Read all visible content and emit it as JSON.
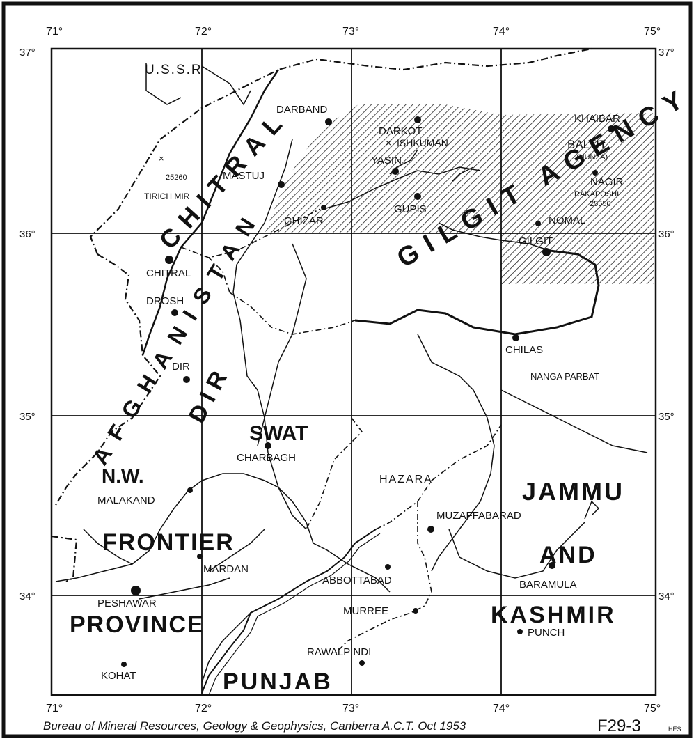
{
  "map": {
    "longitude_labels": [
      "71°",
      "72°",
      "73°",
      "74°",
      "75°"
    ],
    "latitude_labels": [
      "37°",
      "36°",
      "35°",
      "34°"
    ],
    "regions": {
      "ussr": "U.S.S.R",
      "afghanistan": "AFGHANISTAN",
      "chitral": "CHITRAL",
      "gilgit_agency": "GILGIT AGENCY",
      "dir": "DIR",
      "swat": "SWAT",
      "nw": "N.W.",
      "frontier": "FRONTIER",
      "province": "PROVINCE",
      "punjab": "PUNJAB",
      "jammu": "JAMMU",
      "and": "AND",
      "kashmir": "KASHMIR",
      "hazara": "HAZARA"
    },
    "places": {
      "darband": "DARBAND",
      "darkot": "DARKOT",
      "ishkuman": "ISHKUMAN",
      "khaibar": "KHAIBAR",
      "baltit": "BALTIT",
      "hunza": "(HUNZA)",
      "nagir": "NAGIR",
      "rakaposhi": "RAKAPOSHI",
      "rakaposhi_ht": "25550",
      "tirich_ht": "25260",
      "tirich_mir": "TIRICH MIR",
      "mastuj": "MASTUJ",
      "yasin": "YASIN",
      "gupis": "GUPIS",
      "ghizar": "GHIZAR",
      "nomal": "NOMAL",
      "gilgit": "GILGIT",
      "chitral_town": "CHITRAL",
      "drosh": "DROSH",
      "dir_town": "DIR",
      "chilas": "CHILAS",
      "nanga_parbat": "NANGA PARBAT",
      "charbagh": "CHARBAGH",
      "malakand": "MALAKAND",
      "muzaffabarad": "MUZAFFABARAD",
      "mardan": "MARDAN",
      "abbottabad": "ABBOTTABAD",
      "baramula": "BARAMULA",
      "peshawar": "PESHAWAR",
      "murree": "MURREE",
      "punch": "PUNCH",
      "rawalpindi": "RAWALPINDI",
      "kohat": "KOHAT"
    },
    "credit": "Bureau of Mineral Resources, Geology & Geophysics, Canberra A.C.T. Oct 1953",
    "figure_id": "F29-3",
    "initials": "HES"
  }
}
